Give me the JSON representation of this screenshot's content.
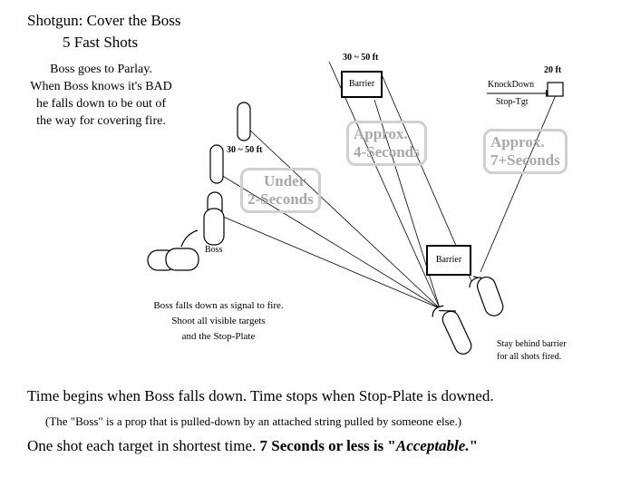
{
  "title": {
    "line1": "Shotgun: Cover the Boss",
    "line2": "5 Fast Shots"
  },
  "intro_note": {
    "line1": "Boss goes to Parlay.",
    "line2": "When Boss knows it's BAD",
    "line3": "he falls down to be out of",
    "line4": "the way for covering fire."
  },
  "distances": {
    "barrier_far": "30 ~ 50 ft",
    "targets_left": "30 ~ 50 ft",
    "stop_plate": "20 ft"
  },
  "labels": {
    "barrier_far": "Barrier",
    "barrier_near": "Barrier",
    "knockdown": "KnockDown",
    "stop_tgt": "Stop-Tgt",
    "boss": "Boss"
  },
  "time_boxes": {
    "under_2": {
      "line1": "Under",
      "line2": "2-Seconds"
    },
    "approx_4": {
      "line1": "Approx.",
      "line2": "4-Seconds"
    },
    "approx_7": {
      "line1": "Approx.",
      "line2": "7+Seconds"
    }
  },
  "instructions": {
    "line1": "Boss falls down as signal to fire.",
    "line2": "Shoot all visible targets",
    "line3": "and the Stop-Plate"
  },
  "stay_note": {
    "line1": "Stay behind barrier",
    "line2": "for all shots fired."
  },
  "footer": {
    "line1": "Time begins when Boss falls down. Time stops when Stop-Plate is downed.",
    "line2": "(The \"Boss\" is a prop that is pulled-down by an attached string pulled by someone else.)",
    "line3_plain": "One shot each target in shortest time.  ",
    "line3_bold": "7 Seconds or less is \"",
    "line3_italic": "Acceptable.",
    "line3_end": "\""
  },
  "colors": {
    "ink": "#000000",
    "time_box_border": "#d0d0d0",
    "time_box_text": "#a8a8a8",
    "background": "#ffffff"
  }
}
